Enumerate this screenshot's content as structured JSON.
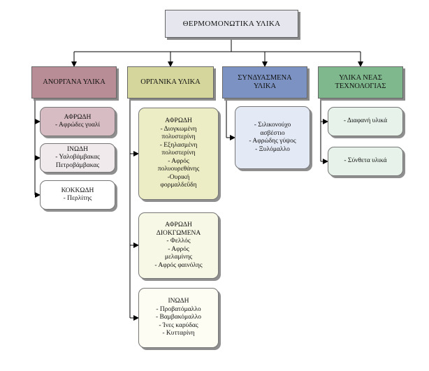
{
  "root": {
    "title": "ΘΕΡΜΟΜΟΝΩΤΙΚΑ ΥΛΙΚΑ"
  },
  "categories": [
    {
      "label": "ΑΝΟΡΓΑΝΑ ΥΛΙΚΑ",
      "color": "#b88d96",
      "boxes": [
        {
          "lines": [
            "ΑΦΡΩΔΗ",
            "- Αφρώδες γυαλί"
          ]
        },
        {
          "lines": [
            "ΙΝΩΔΗ",
            "- Υαλοβάμβακας",
            "Πετροβάμβακας"
          ]
        },
        {
          "lines": [
            "ΚΟΚΚΩΔΗ",
            "- Περλίτης"
          ]
        }
      ]
    },
    {
      "label": "ΟΡΓΑΝΙΚΑ ΥΛΙΚΑ",
      "color": "#d4d69c",
      "boxes": [
        {
          "lines": [
            "ΑΦΡΩΔΗ",
            "- Διογκωμένη",
            "πολυστερίνη",
            "- Εξηλασμένη",
            "πολυστερίνη",
            "- Αφρός",
            "πολυουρεθάνης",
            "-Ουρική",
            "φορμαλδεΰδη"
          ]
        },
        {
          "lines": [
            "ΑΦΡΩΔΗ",
            "ΔΙΟΚΓΩΜΕΝΑ",
            "- Φελλός",
            "- Αφρός",
            "μελαμίνης",
            "- Αφρός φαινόλης"
          ]
        },
        {
          "lines": [
            "ΙΝΩΔΗ",
            "- Προβατόμαλλο",
            "- Βαμβακόμαλλο",
            "- Ίνες καρύδας",
            "- Κυτταρίνη"
          ]
        }
      ]
    },
    {
      "label": "ΣΥΝΔΥΑΣΜΕΝΑ ΥΛΙΚΑ",
      "label_lines": [
        "ΣΥΝΔΥΑΣΜΕΝΑ",
        "ΥΛΙΚΑ"
      ],
      "color": "#7b92c2",
      "boxes": [
        {
          "lines": [
            "- Σιλικονούχο",
            "ασβέστιο",
            "- Αφρώδης γύψος",
            "- Ξυλόμαλλο"
          ]
        }
      ]
    },
    {
      "label": "ΥΛΙΚΑ ΝΕΑΣ ΤΕΧΝΟΛΟΓΙΑΣ",
      "label_lines": [
        "ΥΛΙΚΑ ΝΕΑΣ",
        "ΤΕΧΝΟΛΟΓΙΑΣ"
      ],
      "color": "#7fb88d",
      "boxes": [
        {
          "lines": [
            "- Διαφανή υλικά"
          ]
        },
        {
          "lines": [
            "- Σύνθετα υλικά"
          ]
        }
      ]
    }
  ]
}
